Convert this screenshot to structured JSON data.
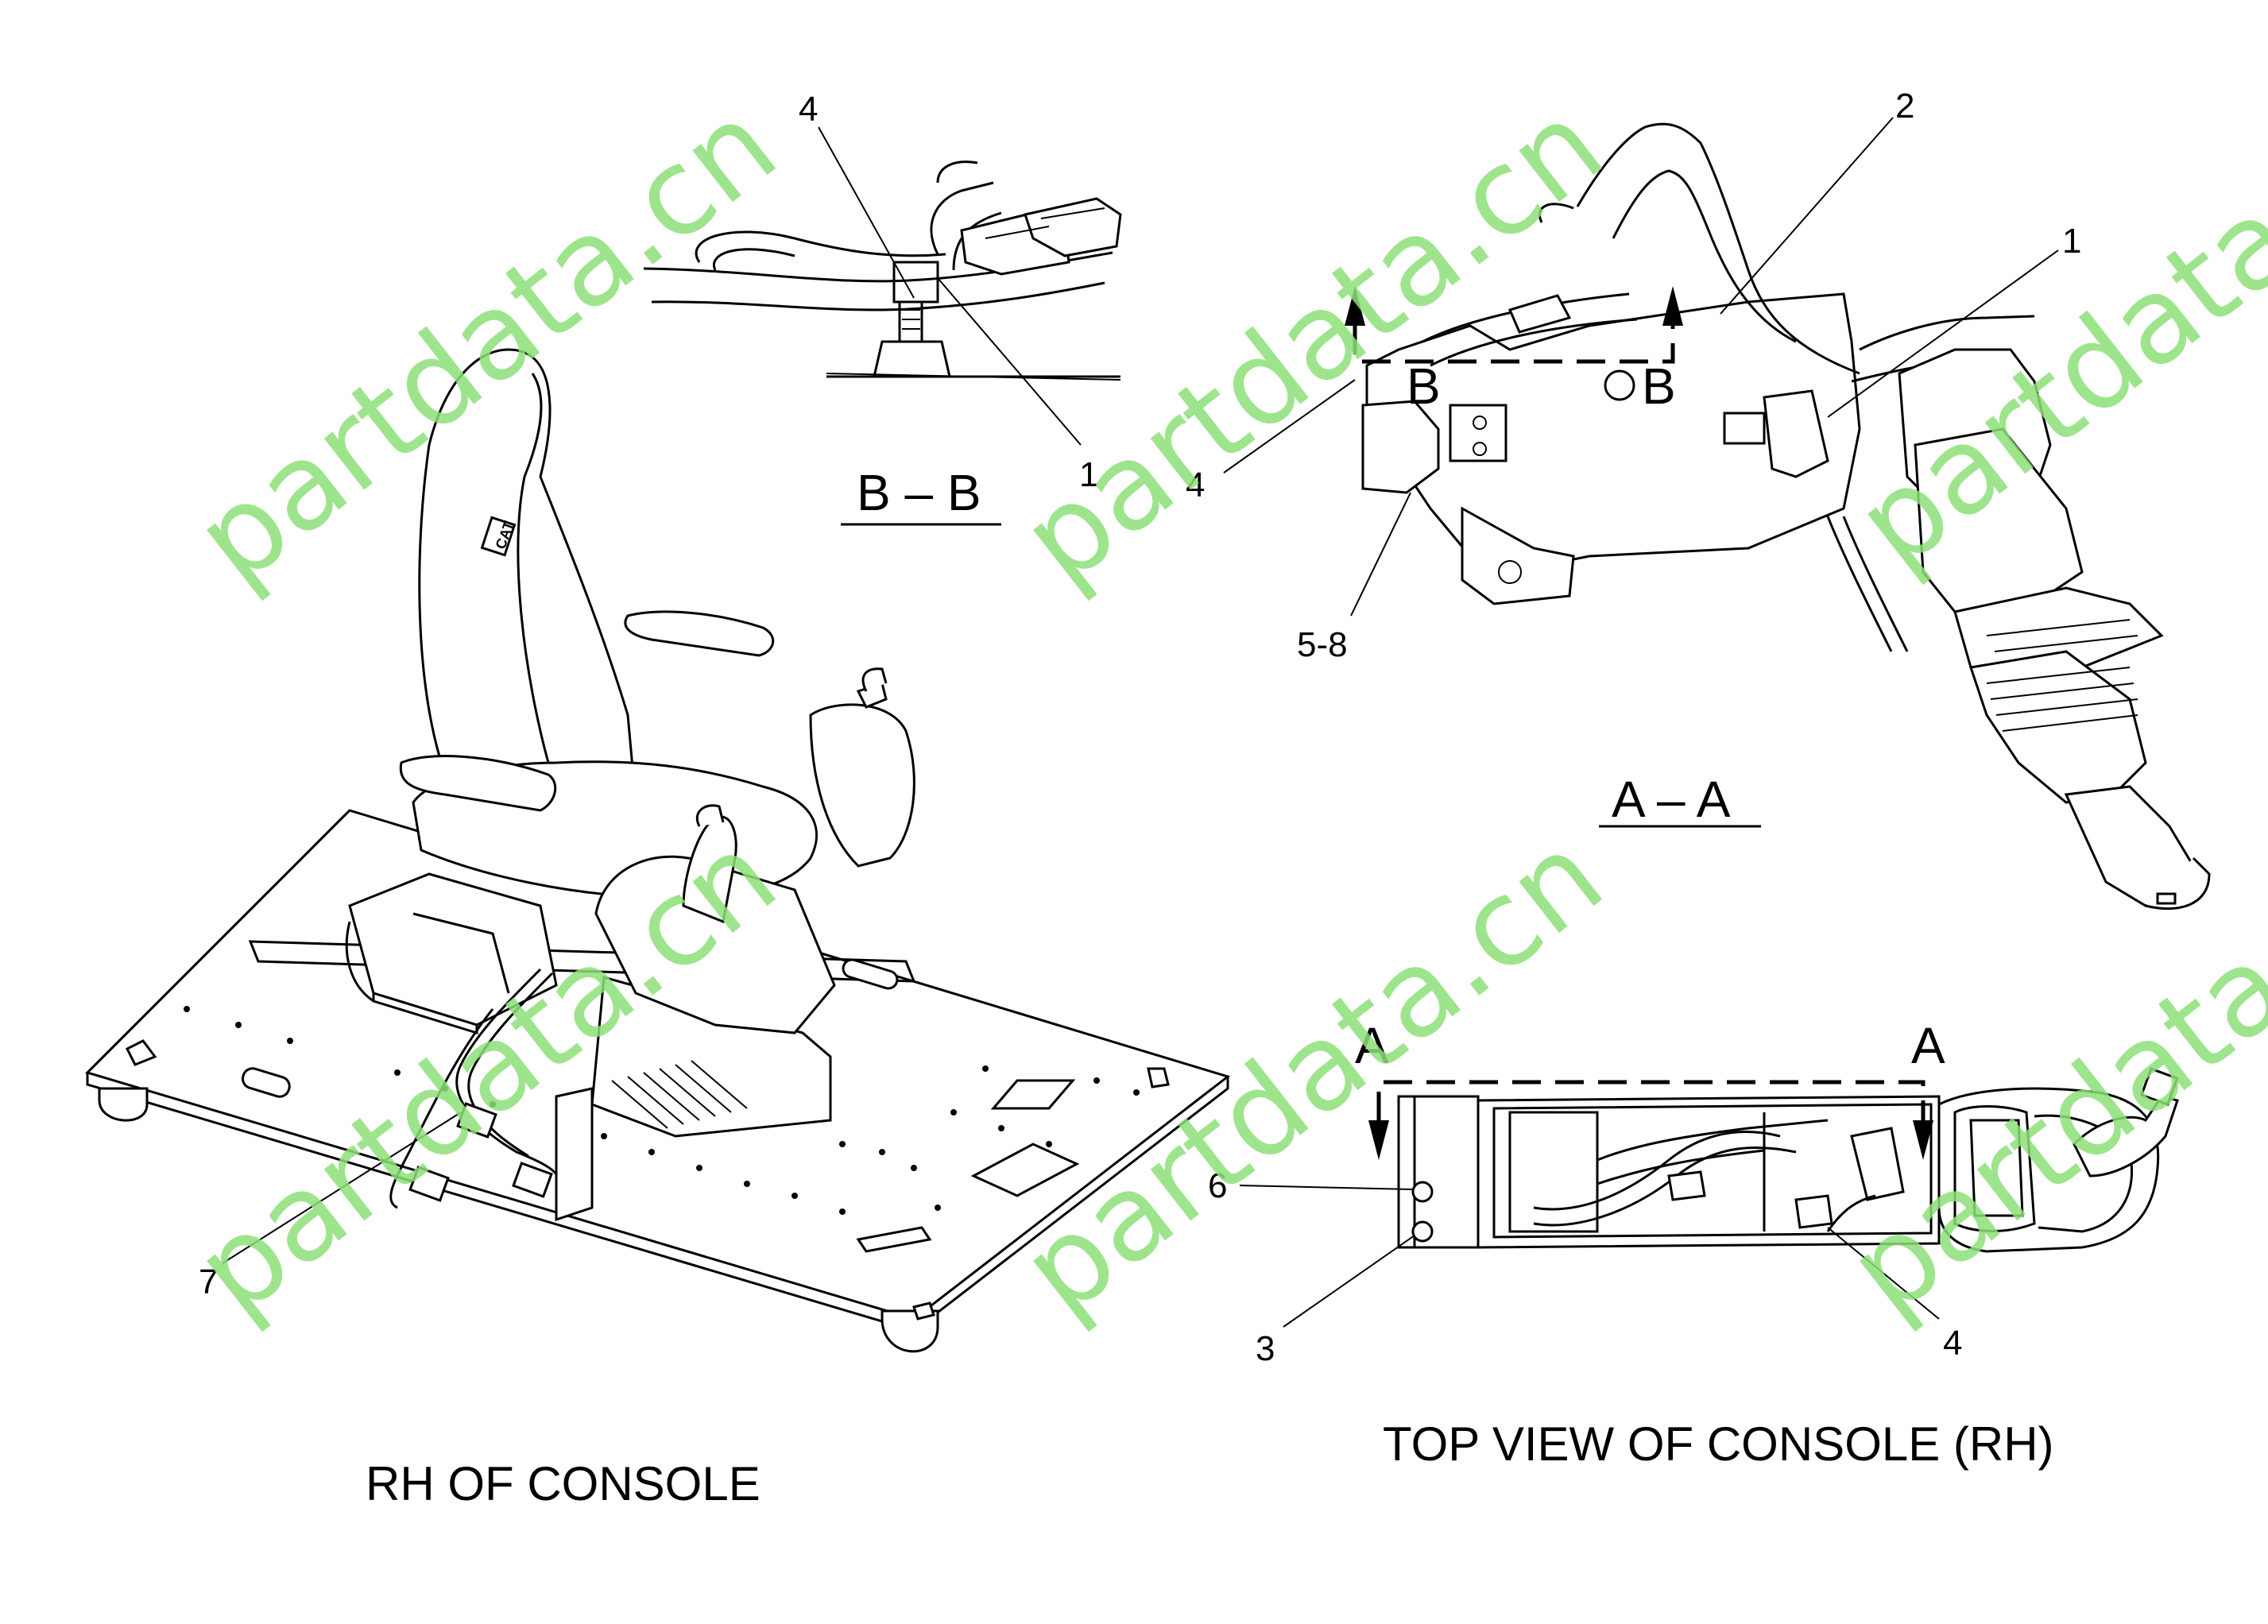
{
  "views": {
    "section_bb": {
      "title": "B – B",
      "callouts": [
        "4",
        "1"
      ]
    },
    "section_aa": {
      "title": "A – A",
      "callouts": [
        "2",
        "1",
        "4",
        "5-8"
      ],
      "cut_markers": [
        "B",
        "B"
      ]
    },
    "rh_console": {
      "caption": "RH  OF  CONSOLE",
      "callouts": [
        "7"
      ]
    },
    "top_view": {
      "caption": "TOP  VIEW  OF  CONSOLE (RH)",
      "callouts": [
        "6",
        "3",
        "4"
      ],
      "cut_markers": [
        "A",
        "A"
      ]
    }
  },
  "badge_text": "CAT",
  "watermark": "partdata.cn",
  "colors": {
    "watermark": "#8ee07a",
    "line": "#000000",
    "background": "#ffffff"
  }
}
